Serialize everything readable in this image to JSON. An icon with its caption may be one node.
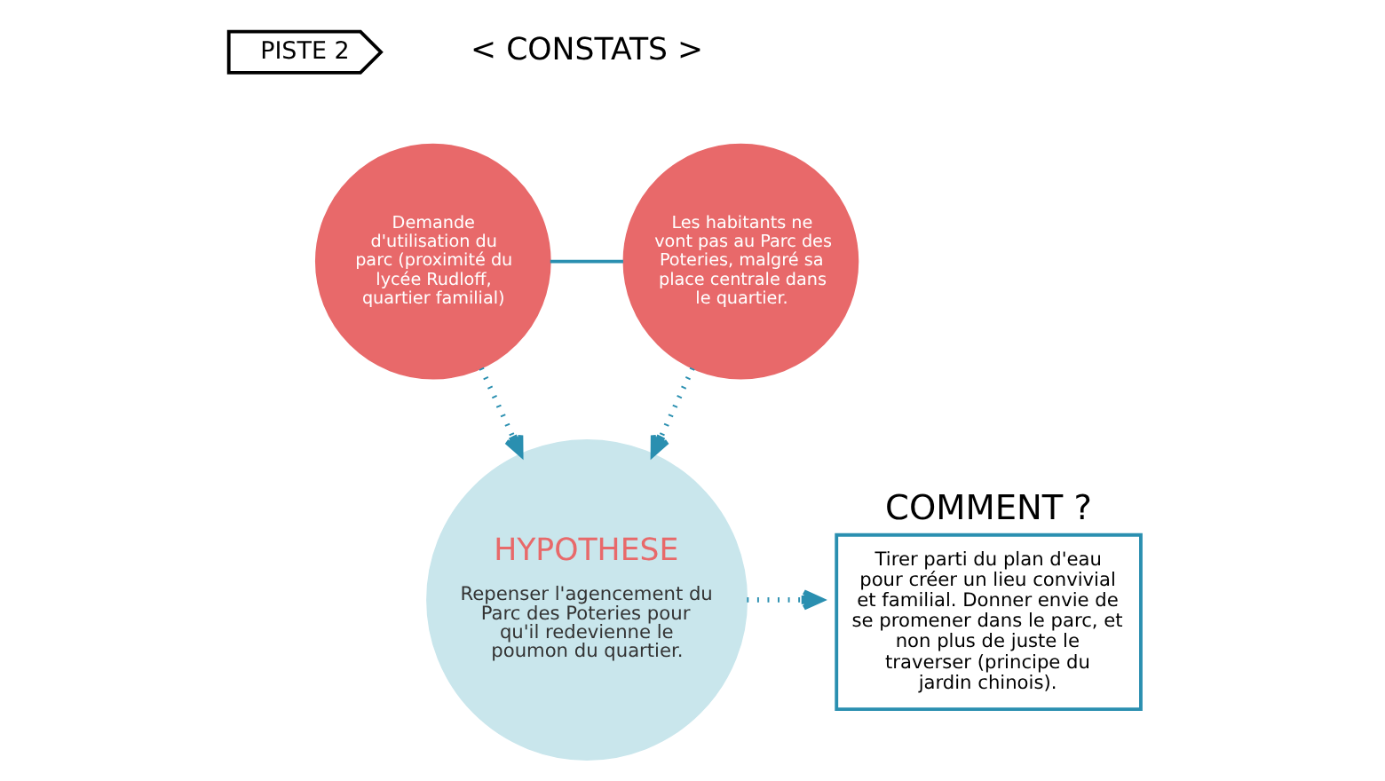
{
  "diagram": {
    "nodes": [
      {
        "text": [
          "PISTE 2"
        ]
      },
      {
        "text": [
          "Demande d'utilisation du parc (proximité du lycée Rudloff, quartier familial)"
        ]
      },
      {
        "text": [
          "Les habitants ne vont pas au Parc des Poteries, malgré sa place centrale dans le quartier."
        ]
      },
      {
        "text": [
          "HYPOTHESE",
          "Repenser l'agencement du Parc des Poteries pour qu'il redevienne le poumon du quartier."
        ]
      },
      {
        "text": [
          "COMMENT ?",
          "Tirer parti du plan d'eau pour créer un lieu convivial et familial. Donner envie de se promener dans le parc, et non plus de juste le traverser (principe du jardin chinois)."
        ]
      }
    ],
    "edges": [
      {
        "from": 1,
        "to": 2,
        "arrow": "none"
      },
      {
        "from": 1,
        "to": 3,
        "arrow": "to",
        "style": "dashed"
      },
      {
        "from": 2,
        "to": 3,
        "arrow": "to",
        "style": "dashed"
      },
      {
        "from": 3,
        "to": 4,
        "arrow": "to",
        "style": "dashed"
      }
    ],
    "labels": [
      "< CONSTATS >"
    ]
  }
}
